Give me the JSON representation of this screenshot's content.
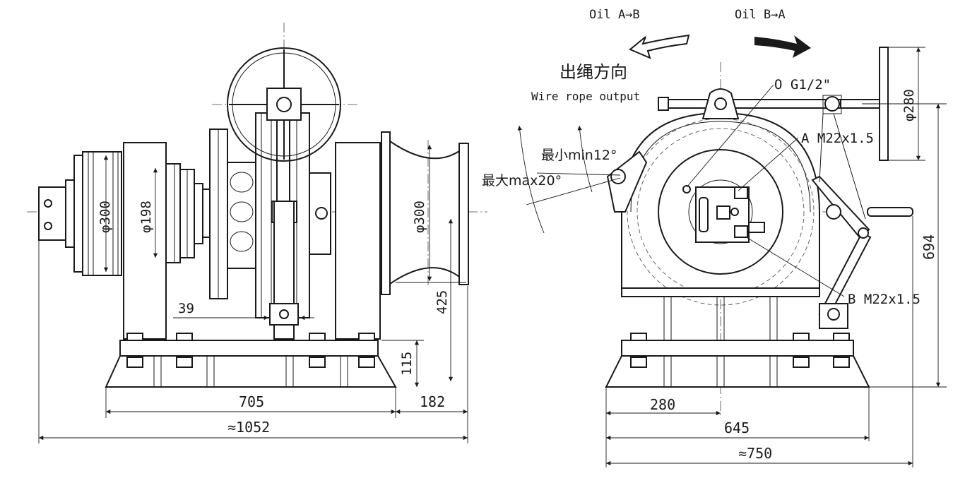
{
  "oil_direction": {
    "a_to_b": "Oil A→B",
    "b_to_a": "Oil B→A"
  },
  "rope_direction": {
    "label_cn": "出绳方向",
    "label_en": "Wire rope output"
  },
  "angles": {
    "min": "最小min12°",
    "max": "最大max20°"
  },
  "ports": {
    "o": "O G1/2\"",
    "a": "A M22x1.5",
    "b": "B M22x1.5"
  },
  "front_view": {
    "dia_motor": "φ300",
    "dia_brake": "φ198",
    "dia_warping_head": "φ300",
    "dim_39": "39",
    "dim_425": "425",
    "dim_115": "115",
    "dim_705": "705",
    "dim_182": "182",
    "dim_total": "≈1052"
  },
  "side_view": {
    "dia_handwheel": "φ280",
    "dim_694": "694",
    "dim_280": "280",
    "dim_645": "645",
    "dim_total": "≈750"
  }
}
